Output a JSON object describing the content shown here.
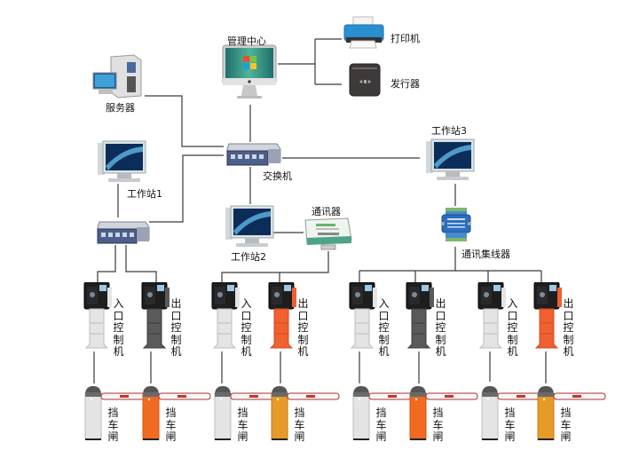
{
  "diagram": {
    "type": "parking-management-network-topology",
    "nodes": {
      "management_center": {
        "label": "管理中心"
      },
      "printer": {
        "label": "打印机"
      },
      "card_issuer": {
        "label": "发行器"
      },
      "server": {
        "label": "服务器"
      },
      "switch_main": {
        "label": "交换机"
      },
      "workstation1": {
        "label": "工作站1"
      },
      "workstation2": {
        "label": "工作站2"
      },
      "workstation3": {
        "label": "工作站3"
      },
      "communicator": {
        "label": "通讯器"
      },
      "comm_hub": {
        "label": "通讯集线器"
      }
    },
    "terminals": [
      {
        "group": "workstation1",
        "kind": "entry",
        "label": "入口控制机",
        "color": "silver"
      },
      {
        "group": "workstation1",
        "kind": "exit",
        "label": "出口控制机",
        "color": "dark-gray"
      },
      {
        "group": "workstation2",
        "kind": "entry",
        "label": "入口控制机",
        "color": "silver"
      },
      {
        "group": "workstation2",
        "kind": "exit",
        "label": "出口控制机",
        "color": "orange-red"
      },
      {
        "group": "workstation3",
        "kind": "entry",
        "label": "入口控制机",
        "color": "silver"
      },
      {
        "group": "workstation3",
        "kind": "exit",
        "label": "出口控制机",
        "color": "dark-gray"
      },
      {
        "group": "workstation3",
        "kind": "entry",
        "label": "入口控制机",
        "color": "silver"
      },
      {
        "group": "workstation3",
        "kind": "exit",
        "label": "出口控制机",
        "color": "orange-red"
      }
    ],
    "barriers": [
      {
        "label": "挡车闸",
        "color": "silver"
      },
      {
        "label": "挡车闸",
        "color": "orange"
      },
      {
        "label": "挡车闸",
        "color": "silver"
      },
      {
        "label": "挡车闸",
        "color": "amber"
      },
      {
        "label": "挡车闸",
        "color": "silver"
      },
      {
        "label": "挡车闸",
        "color": "orange"
      },
      {
        "label": "挡车闸",
        "color": "silver"
      },
      {
        "label": "挡车闸",
        "color": "amber"
      }
    ],
    "connections": [
      [
        "management_center",
        "printer"
      ],
      [
        "management_center",
        "card_issuer"
      ],
      [
        "management_center",
        "switch_main"
      ],
      [
        "server",
        "switch_main"
      ],
      [
        "switch_main",
        "workstation3"
      ],
      [
        "switch_main",
        "workstation2"
      ],
      [
        "switch_main",
        "switch_local"
      ],
      [
        "workstation1",
        "switch_local"
      ],
      [
        "workstation2",
        "communicator"
      ],
      [
        "workstation3",
        "comm_hub"
      ]
    ]
  },
  "colors": {
    "line": "#3a3a3a",
    "orange_red": "#e8572a",
    "amber": "#e0921e",
    "silver": "#d8d8d8",
    "dark_gray": "#4a4a4a",
    "barrier_arm_red": "#c0392b"
  }
}
